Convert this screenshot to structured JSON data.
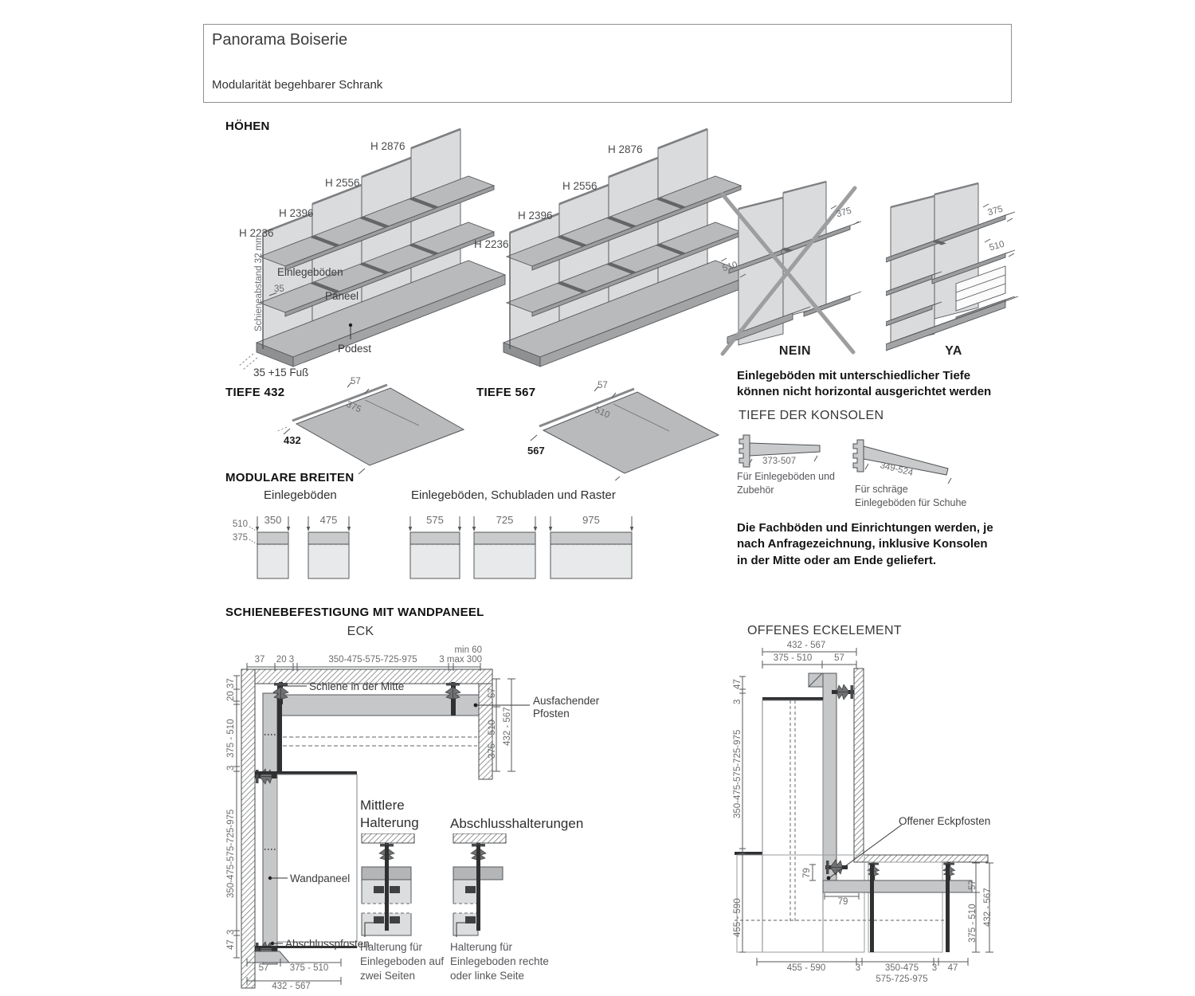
{
  "header": {
    "title": "Panorama Boiserie",
    "subtitle": "Modularität begehbarer Schrank"
  },
  "hoehen": {
    "heading": "HÖHEN",
    "h1": "H 2236",
    "h2": "H 2396",
    "h3": "H 2556",
    "h4": "H 2876",
    "rail_spacing": "Schieneabstand 32 mm",
    "shelf": "Einlegeböden",
    "d35": "35",
    "panel": "Paneel",
    "podest": "Podest",
    "foot": "35 +15 Fuß"
  },
  "compare": {
    "no": "NEIN",
    "yes": "YA",
    "d375": "375",
    "d510": "510",
    "note": "Einlegeböden mit unterschiedlicher Tiefe\nkönnen nicht horizontal ausgerichtet werden"
  },
  "konsolen": {
    "heading": "TIEFE DER KONSOLEN",
    "range_straight": "373-507",
    "range_slanted": "349-524",
    "caption_straight": "Für Einlegeböden und\nZubehör",
    "caption_slanted": "Für schräge\nEinlegeböden für Schuhe",
    "delivery_note": "Die Fachböden und Einrichtungen werden, je\nnach Anfragezeichnung, inklusive Konsolen\nin der Mitte oder am Ende geliefert."
  },
  "tiefe432": {
    "heading": "TIEFE 432",
    "d57": "57",
    "d375": "375",
    "d432": "432"
  },
  "tiefe567": {
    "heading": "TIEFE 567",
    "d57": "57",
    "d510": "510",
    "d567": "567"
  },
  "breiten": {
    "heading": "MODULARE BREITEN",
    "group1": "Einlegeböden",
    "group2": "Einlegeböden, Schubladen und Raster",
    "d510": "510",
    "d375": "375",
    "widths1": [
      "350",
      "475"
    ],
    "widths2": [
      "575",
      "725",
      "975"
    ]
  },
  "eck": {
    "heading": "SCHIENEBEFESTIGUNG MIT WANDPANEEL",
    "sub": "ECK",
    "top": {
      "d37": "37",
      "d20_3": "20 3",
      "widths": "350-475-575-725-975",
      "min60": "min 60",
      "max300": "3 max 300"
    },
    "left": {
      "d37": "37",
      "d20": "20",
      "d375_510": "375 - 510",
      "d3a": "3",
      "widths": "350-475-575-725-975",
      "d3b": "3",
      "d47": "47"
    },
    "right": {
      "d57": "57",
      "d375_510": "375 - 510",
      "d432_567": "432 - 567"
    },
    "bottom": {
      "d57": "57",
      "d375_510": "375 - 510",
      "d432_567": "432 - 567"
    },
    "schiene": "Schiene in der Mitte",
    "ausfachender": "Ausfachender\nPfosten",
    "wandpaneel": "Wandpaneel",
    "abschlusspfosten": "Abschlusspfosten"
  },
  "halterungen": {
    "mittlere_title": "Mittlere\nHalterung",
    "abschluss_title": "Abschlusshalterungen",
    "mittlere_caption": "Halterung für\nEinlegeboden auf\nzwei Seiten",
    "abschluss_caption": "Halterung für\nEinlegeboden rechte\noder linke Seite"
  },
  "eckelement": {
    "heading": "OFFENES ECKELEMENT",
    "top": {
      "d432_567": "432 - 567",
      "d375_510": "375 - 510",
      "d57": "57"
    },
    "left": {
      "d47": "47",
      "d3": "3",
      "widths": "350-475-575-725-975",
      "d455_590": "455 - 590"
    },
    "right": {
      "d57": "57",
      "d432_567": "432 - 567",
      "d375_510": "375 - 510"
    },
    "bottom": {
      "d455_590": "455 - 590",
      "d3a": "3",
      "w1": "350-475",
      "w2": "575-725-975",
      "d3b": "3",
      "d47": "47"
    },
    "d79v": "79",
    "d79h": "79",
    "label": "Offener Eckpfosten"
  }
}
